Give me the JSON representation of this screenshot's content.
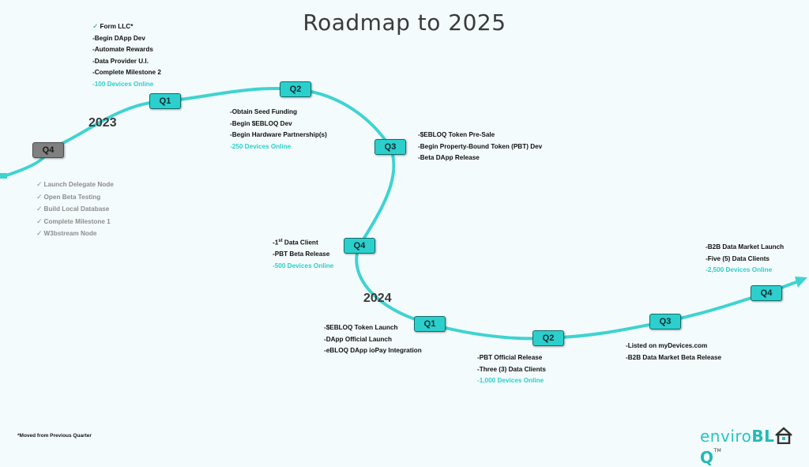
{
  "title": "Roadmap to 2025",
  "years": {
    "y2023": "2023",
    "y2024": "2024"
  },
  "nodes": {
    "q4_2022": "Q4",
    "q1_2023": "Q1",
    "q2_2023": "Q2",
    "q3_2023": "Q3",
    "q4_2023": "Q4",
    "q1_2024": "Q1",
    "q2_2024": "Q2",
    "q3_2024": "Q3",
    "q4_2024": "Q4"
  },
  "milestones": {
    "q4_2022": [
      "Launch Delegate Node",
      "Open Beta Testing",
      "Build Local Database",
      "Complete Milestone 1",
      "W3bstream Node"
    ],
    "q1_2023": {
      "first": "Form LLC*",
      "items": [
        "-Begin DApp Dev",
        "-Automate Rewards",
        "-Data Provider U.I.",
        "-Complete Milestone 2"
      ],
      "devices": "-100 Devices Online"
    },
    "q2_2023": {
      "items": [
        "-Obtain Seed Funding",
        "-Begin $EBLOQ Dev",
        "-Begin Hardware Partnership(s)"
      ],
      "devices": "-250 Devices Online"
    },
    "q3_2023": {
      "items": [
        "-$EBLOQ Token Pre-Sale",
        "-Begin Property-Bound Token (PBT) Dev",
        "-Beta DApp Release"
      ]
    },
    "q4_2023": {
      "first_prefix": "-1",
      "first_sup": "st",
      "first_rest": " Data Client",
      "items": [
        "-PBT Beta Release"
      ],
      "devices": "-500 Devices Online"
    },
    "q1_2024": {
      "items": [
        "-$EBLOQ Token Launch",
        "-DApp Official Launch",
        "-eBLOQ DApp ioPay Integration"
      ]
    },
    "q2_2024": {
      "items": [
        "-PBT Official Release",
        "-Three (3) Data Clients"
      ],
      "devices": "-1,000 Devices Online"
    },
    "q3_2024": {
      "items": [
        "-Listed on myDevices.com",
        "-B2B Data Market Beta Release"
      ]
    },
    "q4_2024": {
      "items": [
        "-B2B Data Market Launch",
        "-Five (5) Data Clients"
      ],
      "devices": "-2,500 Devices Online"
    }
  },
  "footnote": "*Moved from Previous Quarter",
  "logo": {
    "part1": "enviro",
    "part2": "BL",
    "part3": "Q",
    "tm": "TM"
  },
  "colors": {
    "accent": "#2ccfcb",
    "past": "#808080",
    "check": "#1aa84c"
  },
  "icons": {
    "done": "check-icon",
    "logo_house": "house-icon",
    "arrow": "arrow-head-icon"
  }
}
